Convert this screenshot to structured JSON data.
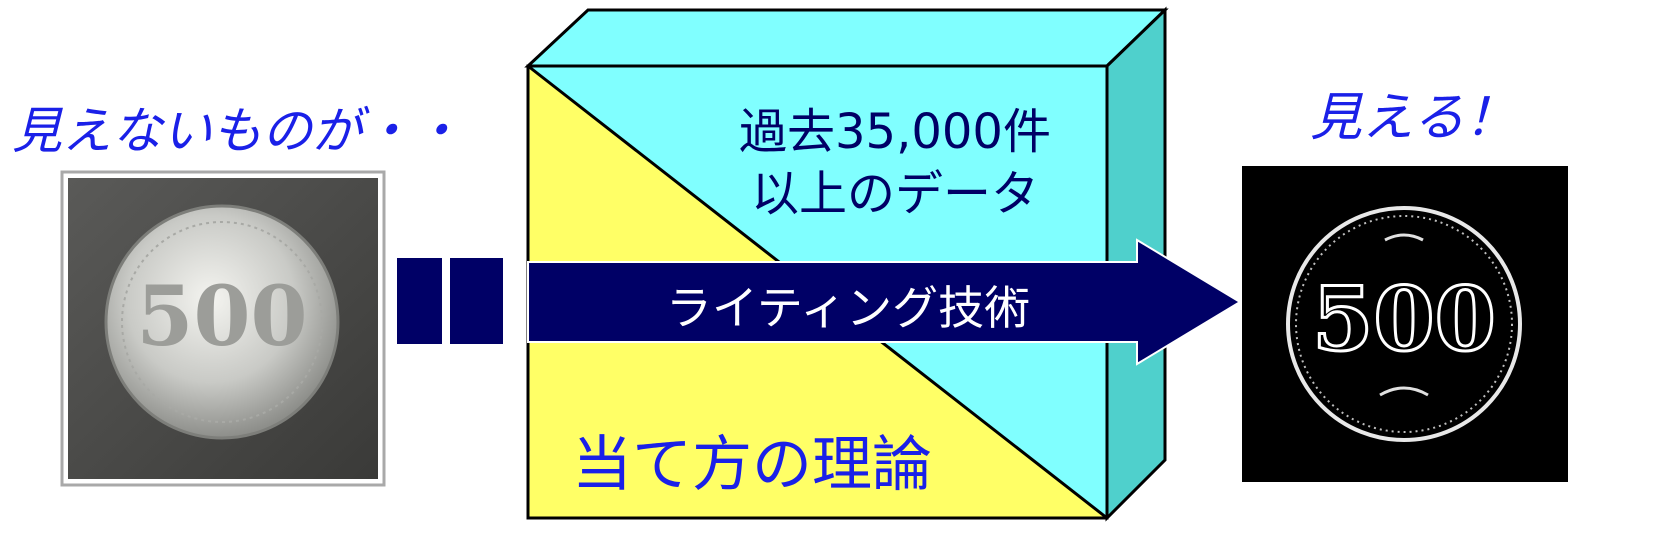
{
  "left_caption": "見えないものが・・",
  "right_caption": "見える！",
  "box_top_text_line1": "過去35,000件",
  "box_top_text_line2": "以上のデータ",
  "arrow_text": "ライティング技術",
  "box_bottom_text": "当て方の理論",
  "left_image_coin_text": "500",
  "right_image_coin_text": "500",
  "colors": {
    "caption_blue": "#1a20e8",
    "cyan_face": "#80ffff",
    "cyan_side": "#4fd0cc",
    "yellow_face": "#ffff66",
    "arrow_navy": "#000066",
    "outline": "#000000"
  }
}
